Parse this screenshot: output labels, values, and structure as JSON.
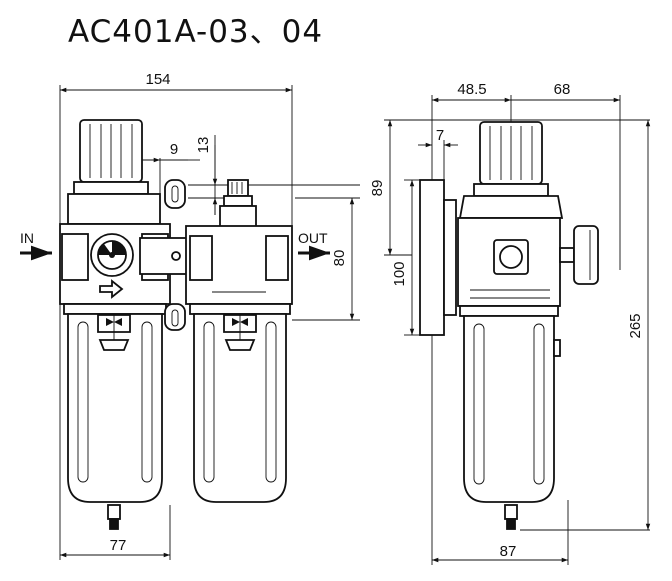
{
  "title": "AC401A-03、04",
  "dimensions": {
    "overall_width": "154",
    "gap": "9",
    "gauge_offset": "13",
    "port_height": "80",
    "bottom_width": "77",
    "side_top_left": "48.5",
    "side_top_right": "68",
    "side_offset": "7",
    "side_upper_height": "89",
    "side_mid_height": "100",
    "overall_height": "265",
    "side_bottom_width": "87"
  },
  "labels": {
    "inlet": "IN",
    "outlet": "OUT"
  }
}
